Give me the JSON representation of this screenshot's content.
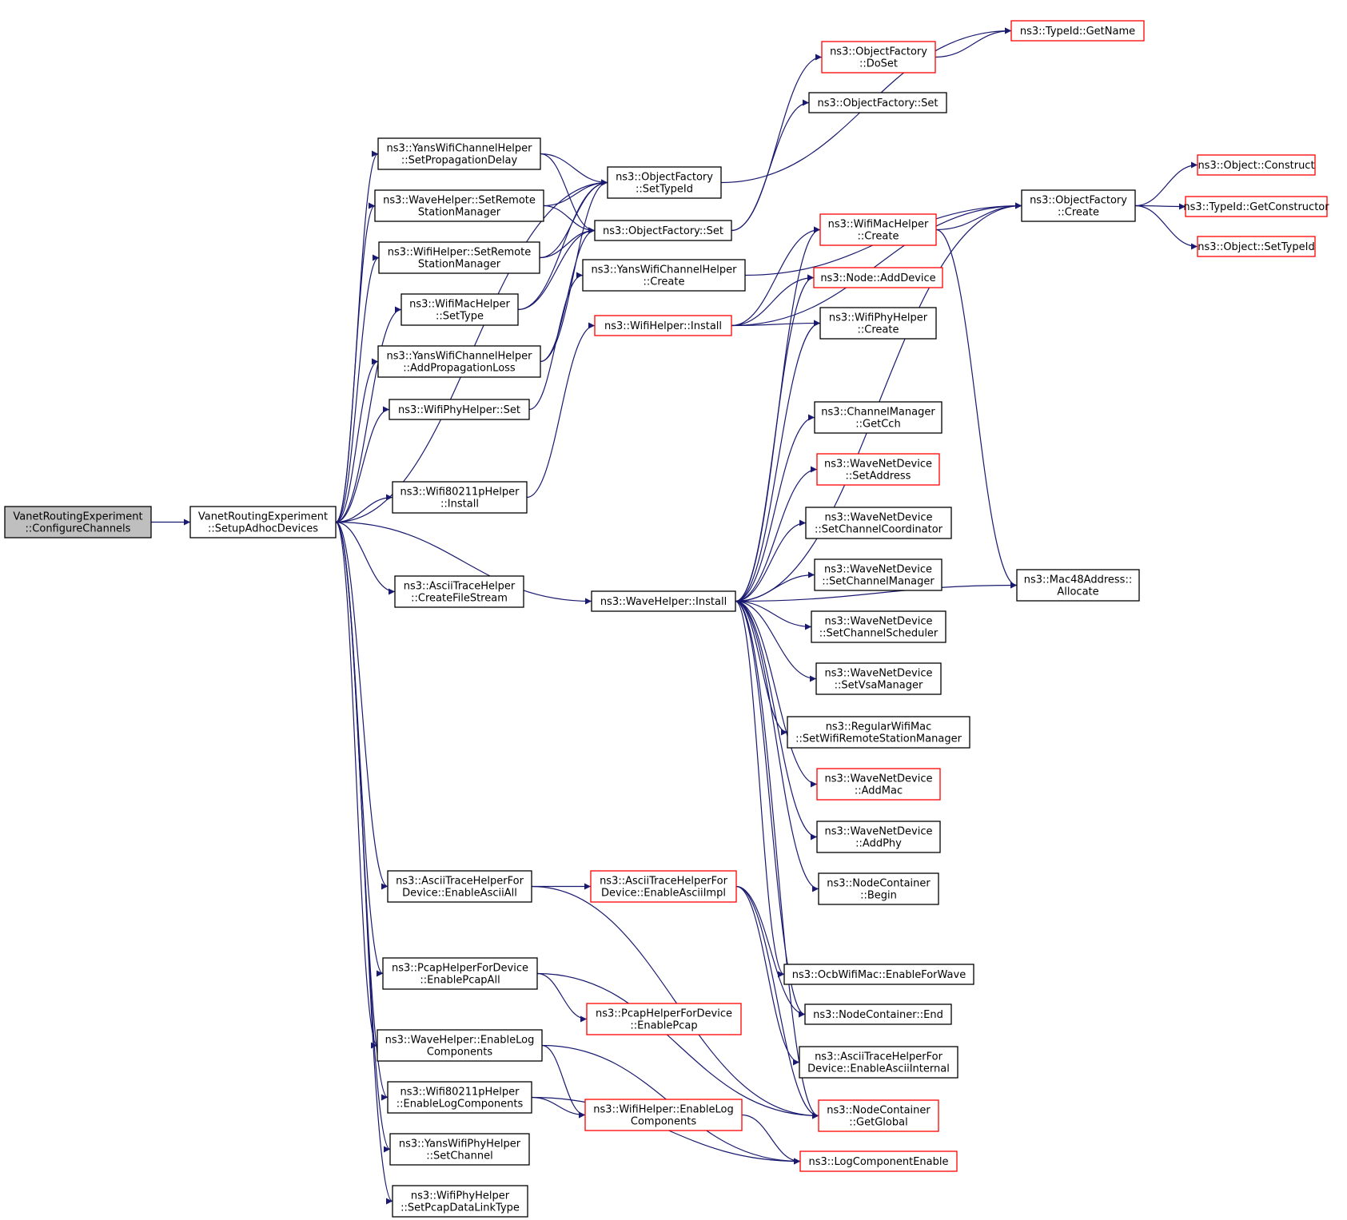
{
  "colors": {
    "edge": "#191970",
    "border": "#000000",
    "truncated_border": "#ff0000",
    "root_fill": "#bfbfbf",
    "background": "#ffffff"
  },
  "nodes": {
    "configure_channels": {
      "lines": [
        "VanetRoutingExperiment",
        "::ConfigureChannels"
      ],
      "style": "root"
    },
    "setup_adhoc_devices": {
      "lines": [
        "VanetRoutingExperiment",
        "::SetupAdhocDevices"
      ],
      "style": "normal"
    },
    "yans_channel_set_prop_delay": {
      "lines": [
        "ns3::YansWifiChannelHelper",
        "::SetPropagationDelay"
      ],
      "style": "normal"
    },
    "wave_helper_set_remote": {
      "lines": [
        "ns3::WaveHelper::SetRemote",
        "StationManager"
      ],
      "style": "normal"
    },
    "wifi_helper_set_remote": {
      "lines": [
        "ns3::WifiHelper::SetRemote",
        "StationManager"
      ],
      "style": "normal"
    },
    "wifi_mac_helper_set_type": {
      "lines": [
        "ns3::WifiMacHelper",
        "::SetType"
      ],
      "style": "normal"
    },
    "yans_channel_add_prop_loss": {
      "lines": [
        "ns3::YansWifiChannelHelper",
        "::AddPropagationLoss"
      ],
      "style": "normal"
    },
    "wifi_phy_helper_set": {
      "lines": [
        "ns3::WifiPhyHelper::Set"
      ],
      "style": "normal"
    },
    "wifi80211p_install": {
      "lines": [
        "ns3::Wifi80211pHelper",
        "::Install"
      ],
      "style": "normal"
    },
    "ascii_trace_create_file_stream": {
      "lines": [
        "ns3::AsciiTraceHelper",
        "::CreateFileStream"
      ],
      "style": "normal"
    },
    "ascii_trace_enable_ascii_all": {
      "lines": [
        "ns3::AsciiTraceHelperFor",
        "Device::EnableAsciiAll"
      ],
      "style": "normal"
    },
    "pcap_enable_pcap_all": {
      "lines": [
        "ns3::PcapHelperForDevice",
        "::EnablePcapAll"
      ],
      "style": "normal"
    },
    "wave_enable_log": {
      "lines": [
        "ns3::WaveHelper::EnableLog",
        "Components"
      ],
      "style": "normal"
    },
    "wifi80211p_enable_log": {
      "lines": [
        "ns3::Wifi80211pHelper",
        "::EnableLogComponents"
      ],
      "style": "normal"
    },
    "yans_phy_set_channel": {
      "lines": [
        "ns3::YansWifiPhyHelper",
        "::SetChannel"
      ],
      "style": "normal"
    },
    "wifi_phy_set_pcap_dlt": {
      "lines": [
        "ns3::WifiPhyHelper",
        "::SetPcapDataLinkType"
      ],
      "style": "normal"
    },
    "object_factory_set_type_id": {
      "lines": [
        "ns3::ObjectFactory",
        "::SetTypeId"
      ],
      "style": "normal"
    },
    "object_factory_set": {
      "lines": [
        "ns3::ObjectFactory::Set"
      ],
      "style": "normal"
    },
    "yans_channel_create": {
      "lines": [
        "ns3::YansWifiChannelHelper",
        "::Create"
      ],
      "style": "normal"
    },
    "wifi_helper_install": {
      "lines": [
        "ns3::WifiHelper::Install"
      ],
      "style": "red"
    },
    "wave_helper_install": {
      "lines": [
        "ns3::WaveHelper::Install"
      ],
      "style": "normal"
    },
    "ascii_enable_ascii_impl": {
      "lines": [
        "ns3::AsciiTraceHelperFor",
        "Device::EnableAsciiImpl"
      ],
      "style": "red"
    },
    "pcap_enable_pcap": {
      "lines": [
        "ns3::PcapHelperForDevice",
        "::EnablePcap"
      ],
      "style": "red"
    },
    "wifi_helper_enable_log": {
      "lines": [
        "ns3::WifiHelper::EnableLog",
        "Components"
      ],
      "style": "red"
    },
    "type_id_get_name": {
      "lines": [
        "ns3::TypeId::GetName"
      ],
      "style": "red"
    },
    "object_factory_do_set": {
      "lines": [
        "ns3::ObjectFactory",
        "::DoSet"
      ],
      "style": "red"
    },
    "object_factory_set2": {
      "lines": [
        "ns3::ObjectFactory::Set"
      ],
      "style": "normal"
    },
    "wifi_mac_helper_create": {
      "lines": [
        "ns3::WifiMacHelper",
        "::Create"
      ],
      "style": "red"
    },
    "node_add_device": {
      "lines": [
        "ns3::Node::AddDevice"
      ],
      "style": "red"
    },
    "wifi_phy_helper_create": {
      "lines": [
        "ns3::WifiPhyHelper",
        "::Create"
      ],
      "style": "normal"
    },
    "channel_manager_get_cch": {
      "lines": [
        "ns3::ChannelManager",
        "::GetCch"
      ],
      "style": "normal"
    },
    "wave_net_set_address": {
      "lines": [
        "ns3::WaveNetDevice",
        "::SetAddress"
      ],
      "style": "red"
    },
    "wave_net_set_channel_coordinator": {
      "lines": [
        "ns3::WaveNetDevice",
        "::SetChannelCoordinator"
      ],
      "style": "normal"
    },
    "wave_net_set_channel_manager": {
      "lines": [
        "ns3::WaveNetDevice",
        "::SetChannelManager"
      ],
      "style": "normal"
    },
    "wave_net_set_channel_scheduler": {
      "lines": [
        "ns3::WaveNetDevice",
        "::SetChannelScheduler"
      ],
      "style": "normal"
    },
    "wave_net_set_vsa_manager": {
      "lines": [
        "ns3::WaveNetDevice",
        "::SetVsaManager"
      ],
      "style": "normal"
    },
    "regular_wifi_mac_set_wrsm": {
      "lines": [
        "ns3::RegularWifiMac",
        "::SetWifiRemoteStationManager"
      ],
      "style": "normal"
    },
    "wave_net_add_mac": {
      "lines": [
        "ns3::WaveNetDevice",
        "::AddMac"
      ],
      "style": "red"
    },
    "wave_net_add_phy": {
      "lines": [
        "ns3::WaveNetDevice",
        "::AddPhy"
      ],
      "style": "normal"
    },
    "node_container_begin": {
      "lines": [
        "ns3::NodeContainer",
        "::Begin"
      ],
      "style": "normal"
    },
    "ocb_enable_for_wave": {
      "lines": [
        "ns3::OcbWifiMac::EnableForWave"
      ],
      "style": "normal"
    },
    "node_container_end": {
      "lines": [
        "ns3::NodeContainer::End"
      ],
      "style": "normal"
    },
    "ascii_enable_ascii_internal": {
      "lines": [
        "ns3::AsciiTraceHelperFor",
        "Device::EnableAsciiInternal"
      ],
      "style": "normal"
    },
    "node_container_get_global": {
      "lines": [
        "ns3::NodeContainer",
        "::GetGlobal"
      ],
      "style": "red"
    },
    "log_component_enable": {
      "lines": [
        "ns3::LogComponentEnable"
      ],
      "style": "red"
    },
    "object_factory_create": {
      "lines": [
        "ns3::ObjectFactory",
        "::Create"
      ],
      "style": "normal"
    },
    "mac48_allocate": {
      "lines": [
        "ns3::Mac48Address::",
        "Allocate"
      ],
      "style": "normal"
    },
    "object_construct": {
      "lines": [
        "ns3::Object::Construct"
      ],
      "style": "red"
    },
    "type_id_get_constructor": {
      "lines": [
        "ns3::TypeId::GetConstructor"
      ],
      "style": "red"
    },
    "object_set_type_id": {
      "lines": [
        "ns3::Object::SetTypeId"
      ],
      "style": "red"
    }
  },
  "edges": [
    [
      "configure_channels",
      "setup_adhoc_devices"
    ],
    [
      "setup_adhoc_devices",
      "yans_channel_set_prop_delay"
    ],
    [
      "setup_adhoc_devices",
      "wave_helper_set_remote"
    ],
    [
      "setup_adhoc_devices",
      "wifi_helper_set_remote"
    ],
    [
      "setup_adhoc_devices",
      "wifi_mac_helper_set_type"
    ],
    [
      "setup_adhoc_devices",
      "yans_channel_add_prop_loss"
    ],
    [
      "setup_adhoc_devices",
      "wifi_phy_helper_set"
    ],
    [
      "setup_adhoc_devices",
      "object_factory_set_type_id"
    ],
    [
      "setup_adhoc_devices",
      "wifi80211p_install"
    ],
    [
      "setup_adhoc_devices",
      "ascii_trace_create_file_stream"
    ],
    [
      "setup_adhoc_devices",
      "wave_helper_install"
    ],
    [
      "setup_adhoc_devices",
      "ascii_trace_enable_ascii_all"
    ],
    [
      "setup_adhoc_devices",
      "pcap_enable_pcap_all"
    ],
    [
      "setup_adhoc_devices",
      "wave_enable_log"
    ],
    [
      "setup_adhoc_devices",
      "wifi80211p_enable_log"
    ],
    [
      "setup_adhoc_devices",
      "yans_phy_set_channel"
    ],
    [
      "setup_adhoc_devices",
      "wifi_phy_set_pcap_dlt"
    ],
    [
      "yans_channel_set_prop_delay",
      "object_factory_set_type_id"
    ],
    [
      "yans_channel_set_prop_delay",
      "object_factory_set"
    ],
    [
      "wave_helper_set_remote",
      "object_factory_set_type_id"
    ],
    [
      "wave_helper_set_remote",
      "object_factory_set"
    ],
    [
      "wifi_helper_set_remote",
      "object_factory_set_type_id"
    ],
    [
      "wifi_helper_set_remote",
      "object_factory_set"
    ],
    [
      "wifi_mac_helper_set_type",
      "object_factory_set_type_id"
    ],
    [
      "wifi_mac_helper_set_type",
      "object_factory_set"
    ],
    [
      "yans_channel_add_prop_loss",
      "object_factory_set_type_id"
    ],
    [
      "yans_channel_add_prop_loss",
      "object_factory_set"
    ],
    [
      "wifi_phy_helper_set",
      "yans_channel_create"
    ],
    [
      "wifi80211p_install",
      "wifi_helper_install"
    ],
    [
      "object_factory_set_type_id",
      "type_id_get_name"
    ],
    [
      "object_factory_set",
      "object_factory_do_set"
    ],
    [
      "object_factory_set",
      "object_factory_set2"
    ],
    [
      "yans_channel_create",
      "object_factory_create"
    ],
    [
      "object_factory_do_set",
      "type_id_get_name"
    ],
    [
      "wifi_helper_install",
      "object_factory_create"
    ],
    [
      "wifi_helper_install",
      "wifi_mac_helper_create"
    ],
    [
      "wifi_helper_install",
      "node_add_device"
    ],
    [
      "wifi_helper_install",
      "wifi_phy_helper_create"
    ],
    [
      "wave_helper_install",
      "wifi_mac_helper_create"
    ],
    [
      "wave_helper_install",
      "node_add_device"
    ],
    [
      "wave_helper_install",
      "wifi_phy_helper_create"
    ],
    [
      "wave_helper_install",
      "object_factory_create"
    ],
    [
      "wave_helper_install",
      "channel_manager_get_cch"
    ],
    [
      "wave_helper_install",
      "wave_net_set_address"
    ],
    [
      "wave_helper_install",
      "wave_net_set_channel_coordinator"
    ],
    [
      "wave_helper_install",
      "wave_net_set_channel_manager"
    ],
    [
      "wave_helper_install",
      "wave_net_set_channel_scheduler"
    ],
    [
      "wave_helper_install",
      "wave_net_set_vsa_manager"
    ],
    [
      "wave_helper_install",
      "regular_wifi_mac_set_wrsm"
    ],
    [
      "wave_helper_install",
      "wave_net_add_mac"
    ],
    [
      "wave_helper_install",
      "wave_net_add_phy"
    ],
    [
      "wave_helper_install",
      "node_container_begin"
    ],
    [
      "wave_helper_install",
      "mac48_allocate"
    ],
    [
      "wave_helper_install",
      "ocb_enable_for_wave"
    ],
    [
      "wave_helper_install",
      "node_container_end"
    ],
    [
      "wave_helper_install",
      "node_container_get_global"
    ],
    [
      "wifi_mac_helper_create",
      "object_factory_create"
    ],
    [
      "wifi_mac_helper_create",
      "mac48_allocate"
    ],
    [
      "object_factory_create",
      "object_construct"
    ],
    [
      "object_factory_create",
      "type_id_get_constructor"
    ],
    [
      "object_factory_create",
      "object_set_type_id"
    ],
    [
      "ascii_trace_enable_ascii_all",
      "ascii_enable_ascii_impl"
    ],
    [
      "ascii_trace_enable_ascii_all",
      "node_container_get_global"
    ],
    [
      "ascii_enable_ascii_impl",
      "node_container_end"
    ],
    [
      "ascii_enable_ascii_impl",
      "ascii_enable_ascii_internal"
    ],
    [
      "ascii_enable_ascii_impl",
      "node_container_get_global"
    ],
    [
      "pcap_enable_pcap_all",
      "pcap_enable_pcap"
    ],
    [
      "pcap_enable_pcap_all",
      "node_container_get_global"
    ],
    [
      "wave_enable_log",
      "wifi_helper_enable_log"
    ],
    [
      "wave_enable_log",
      "log_component_enable"
    ],
    [
      "wifi80211p_enable_log",
      "wifi_helper_enable_log"
    ],
    [
      "wifi80211p_enable_log",
      "log_component_enable"
    ],
    [
      "wifi_helper_enable_log",
      "log_component_enable"
    ]
  ]
}
